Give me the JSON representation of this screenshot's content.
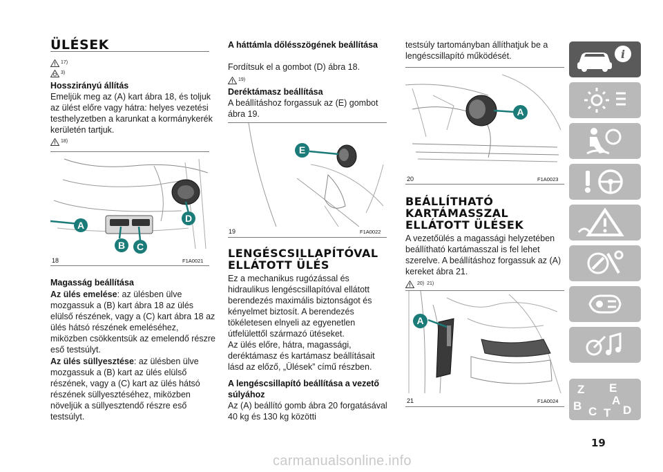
{
  "col1": {
    "title": "ÜLÉSEK",
    "warn1": "17)",
    "warn2": "3)",
    "h_longitudinal": "Hosszirányú állítás",
    "p_longitudinal": "Emeljük meg az (A) kart ábra 18, és toljuk az ülést előre vagy hátra: helyes vezetési testhelyzetben a karunkat a kormánykerék kerületén tartjuk.",
    "warn3": "18)",
    "fig_num": "18",
    "fig_code": "F1A0021",
    "fig_labels": {
      "a": "A",
      "b": "B",
      "c": "C",
      "d": "D"
    },
    "h_height": "Magasság beállítása",
    "raise_term": "Az ülés emelése",
    "raise_text": ": az ülésben ülve mozgassuk a (B) kart ábra 18 az ülés elülső részének, vagy a (C) kart ábra 18 az ülés hátsó részének emeléséhez, miközben csökkentsük az emelendő részre eső testsúlyt.",
    "lower_term": "Az ülés süllyesztése",
    "lower_text": ": az ülésben ülve mozgassuk a (B) kart az ülés elülső részének, vagy a (C) kart az ülés hátsó részének süllyesztéséhez, miközben növeljük a süllyesztendő részre eső testsúlyt."
  },
  "col2": {
    "h_backrest": "A háttámla dőlésszögének beállítása",
    "p_backrest": "Fordítsuk el a gombot (D) ábra 18.",
    "warn1": "19)",
    "h_lumbar": "Deréktámasz beállítása",
    "p_lumbar": "A beállításhoz forgassuk az (E) gombot ábra 19.",
    "fig_num": "19",
    "fig_code": "F1A0022",
    "fig_label": "E",
    "title": "LENGÉSCSILLAPÍTÓVAL ELLÁTOTT ÜLÉS",
    "p1": "Ez a mechanikus rugózással és hidraulikus lengéscsillapítóval ellátott berendezés maximális biztonságot és kényelmet biztosít. A berendezés tökéletesen elnyeli az egyenetlen útfelülettől származó ütéseket.",
    "p2": "Az ülés előre, hátra, magassági, deréktámasz és kartámasz beállításait lásd az előző, „Ülések” című részben.",
    "h_weight": "A lengéscsillapító beállítása a vezető súlyához",
    "p3": "Az (A) beállító gomb ábra 20 forgatásával 40 kg és 130 kg közötti"
  },
  "col3": {
    "p_cont": "testsúly tartományban állíthatjuk be a lengéscsillapító működését.",
    "fig20_num": "20",
    "fig20_code": "F1A0023",
    "fig20_label": "A",
    "title": "BEÁLLÍTHATÓ KARTÁMASSZAL ELLÁTOTT ÜLÉSEK",
    "p1": "A vezetőülés a magassági helyzetében beállítható kartámasszal is fel lehet szerelve. A beállításhoz forgassuk az (A) kereket ábra 21.",
    "warn1": "20)",
    "warn2": "21)",
    "fig21_num": "21",
    "fig21_code": "F1A0024",
    "fig21_label": "A"
  },
  "sidebar": {
    "tabs": [
      {
        "name": "car-info-icon",
        "active": true
      },
      {
        "name": "dashboard-lights-icon",
        "active": false
      },
      {
        "name": "airbag-safety-icon",
        "active": false
      },
      {
        "name": "steering-wheel-icon",
        "active": false
      },
      {
        "name": "warning-triangle-icon",
        "active": false
      },
      {
        "name": "service-tools-icon",
        "active": false
      },
      {
        "name": "multimedia-icon",
        "active": false
      },
      {
        "name": "alphabetical-index-icon",
        "active": false
      }
    ],
    "index_letters": {
      "z": "Z",
      "e": "E",
      "a": "A",
      "b": "B",
      "c": "C",
      "t": "T",
      "d": "D"
    },
    "active_color": "#5a5a5a",
    "inactive_color": "#b9b9b9"
  },
  "page_number": "19",
  "watermark": "carmanualsonline.info"
}
